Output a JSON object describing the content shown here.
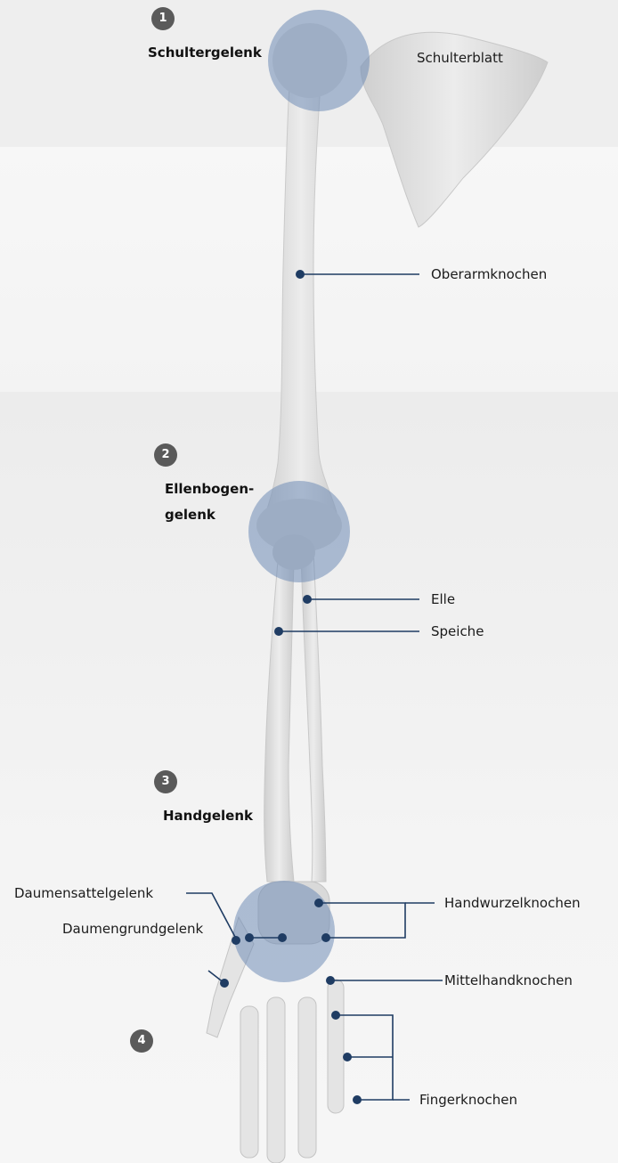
{
  "joints": [
    {
      "number": "1",
      "name": "Schultergelenk"
    },
    {
      "number": "2",
      "name_line1": "Ellenbogen-",
      "name_line2": "gelenk"
    },
    {
      "number": "3",
      "name": "Handgelenk"
    },
    {
      "number": "4"
    }
  ],
  "labels": {
    "shoulder_blade": "Schulterblatt",
    "humerus": "Oberarmknochen",
    "ulna": "Elle",
    "radius": "Speiche",
    "carpal": "Handwurzelknochen",
    "thumb_saddle": "Daumensattelgelenk",
    "thumb_base": "Daumengrundgelenk",
    "metacarpal": "Mittelhandknochen",
    "phalanges": "Fingerknochen"
  },
  "colors": {
    "marker": "#1f3c63",
    "joint_highlight": "#6f8db6",
    "badge": "#5a5a5a",
    "bone": "#e2e2e2"
  }
}
